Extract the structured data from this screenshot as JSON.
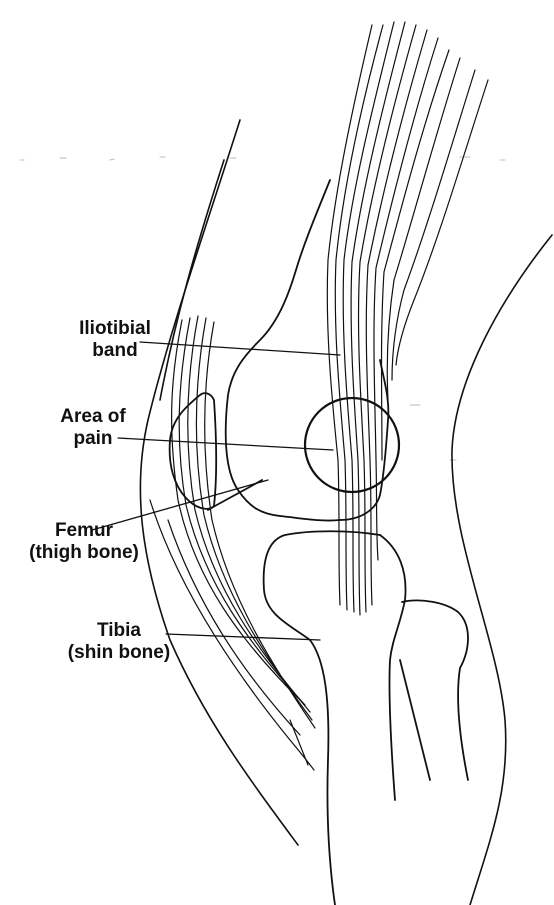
{
  "figure": {
    "labels": {
      "iliotibial_band": [
        "Iliotibial",
        "band"
      ],
      "area_of_pain": [
        "Area of",
        "pain"
      ],
      "femur": [
        "Femur",
        "(thigh bone)"
      ],
      "tibia": [
        "Tibia",
        "(shin bone)"
      ]
    },
    "colors": {
      "ink": "#111111",
      "background": "#ffffff"
    }
  }
}
